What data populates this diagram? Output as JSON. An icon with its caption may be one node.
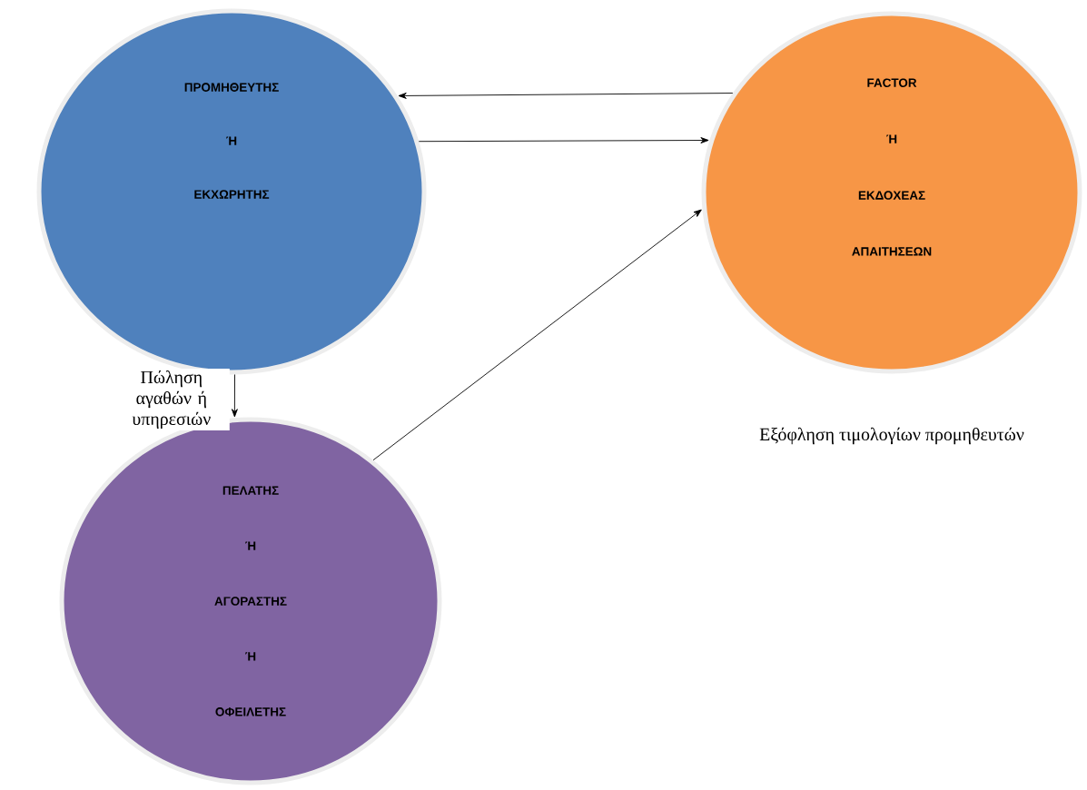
{
  "diagram": {
    "nodes": [
      {
        "text": [
          "ΠΡΟΜΗΘΕΥΤΗΣ",
          "Ή",
          "ΕΚΧΩΡΗΤΗΣ"
        ]
      },
      {
        "text": [
          "FACTOR",
          "Ή",
          "ΕΚΔΟΧΕΑΣ",
          "ΑΠΑΙΤΗΣΕΩΝ"
        ],
        "beside": [
          "Εξόφληση τιμολογίων προμηθευτών"
        ]
      },
      {
        "text": [
          "ΠΕΛΑΤΗΣ",
          "Ή",
          "ΑΓΟΡΑΣΤΗΣ",
          "Ή",
          "ΟΦΕΙΛΕΤΗΣ"
        ]
      }
    ],
    "edges": [
      {
        "from": 1,
        "to": 0,
        "arrow": "to"
      },
      {
        "from": 0,
        "to": 1,
        "arrow": "to"
      },
      {
        "from": 2,
        "to": 1,
        "arrow": "to"
      },
      {
        "from": 0,
        "to": 2,
        "arrow": "to",
        "label": "Πώληση αγαθών ή υπηρεσιών"
      }
    ]
  }
}
